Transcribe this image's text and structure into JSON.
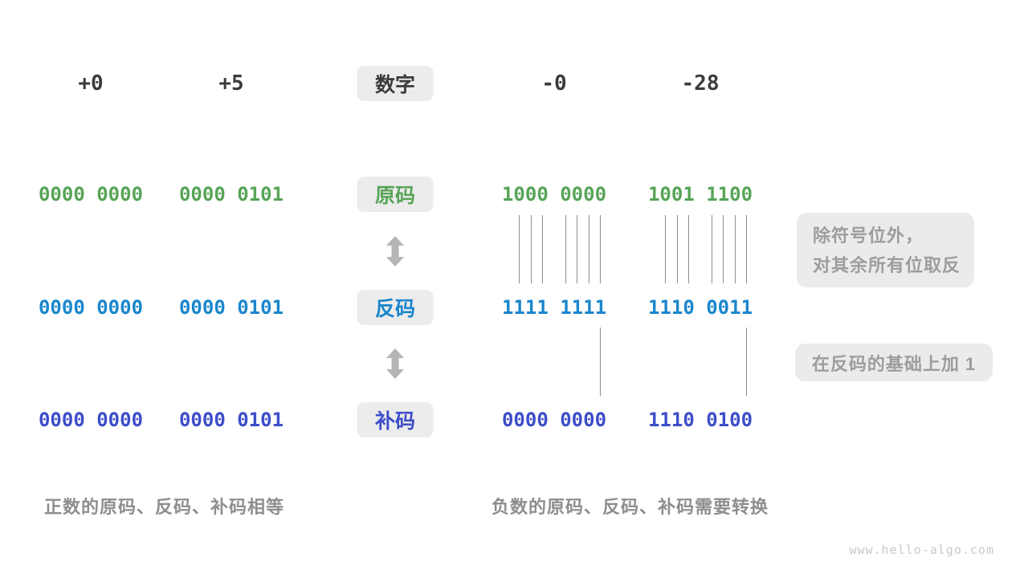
{
  "palette": {
    "green": "#57A457",
    "blue": "#1A86CC",
    "indigo": "#3D4DC9",
    "dark": "#3B3B3B",
    "box_bg": "#ECECEC",
    "note_bg": "#EBEBEB",
    "note_text": "#9D9D9D",
    "caption_text": "#8E8E8E",
    "arrow": "#B5B5B5",
    "line": "#8C8C8C",
    "watermark": "#C9C9C9"
  },
  "header": {
    "label": "数字",
    "values": [
      "+0",
      "+5",
      "-0",
      "-28"
    ]
  },
  "rows": [
    {
      "label": "原码",
      "values": [
        "0000 0000",
        "0000 0101",
        "1000 0000",
        "1001 1100"
      ]
    },
    {
      "label": "反码",
      "values": [
        "0000 0000",
        "0000 0101",
        "1111 1111",
        "1110 0011"
      ]
    },
    {
      "label": "补码",
      "values": [
        "0000 0000",
        "0000 0101",
        "0000 0000",
        "1110 0100"
      ]
    }
  ],
  "annotations": {
    "invert_line1": "除符号位外，",
    "invert_line2": "对其余所有位取反",
    "add_one": "在反码的基础上加 1"
  },
  "captions": {
    "positive": "正数的原码、反码、补码相等",
    "negative": "负数的原码、反码、补码需要转换"
  },
  "watermark": "www.hello-algo.com"
}
